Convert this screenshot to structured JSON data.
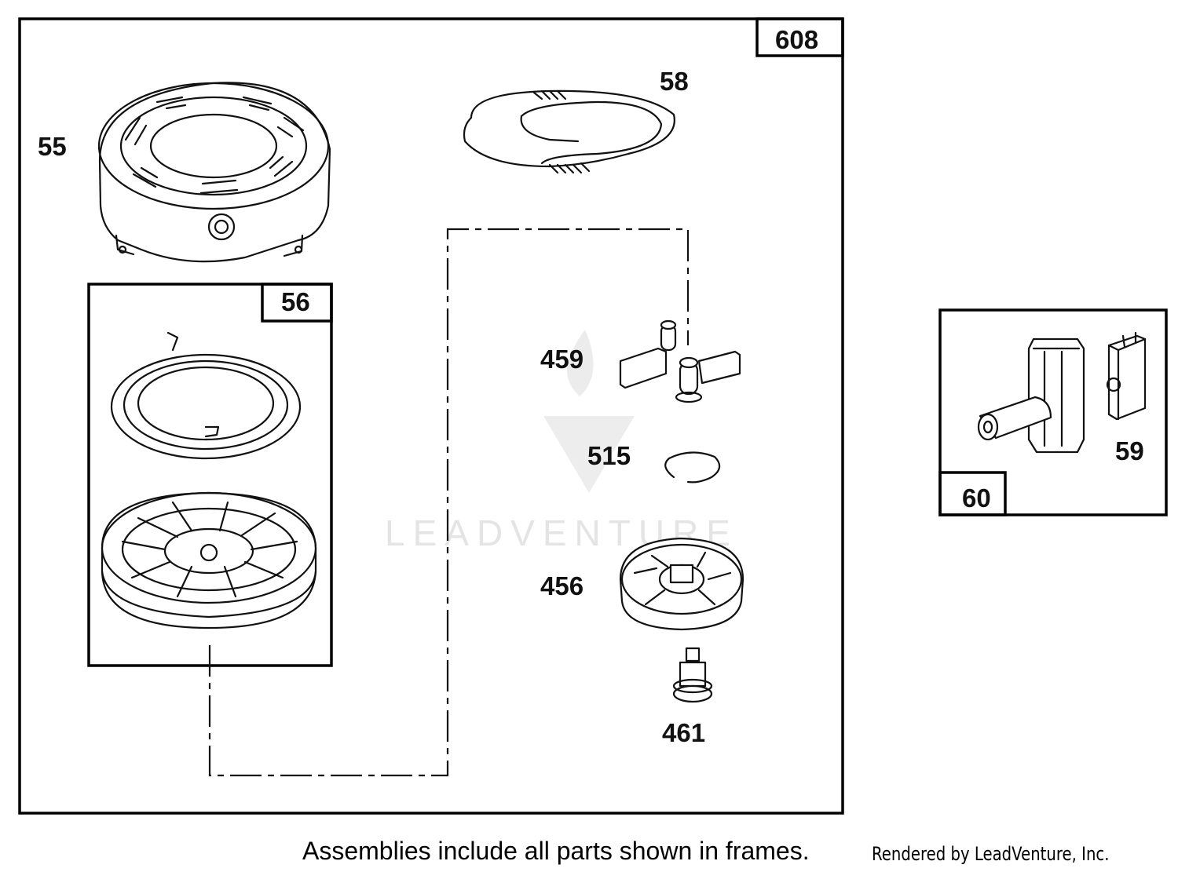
{
  "frames": {
    "main_assembly": "608",
    "starter_pulley_assembly": "56",
    "handle_assembly": "60"
  },
  "parts": {
    "p55": "55",
    "p58": "58",
    "p459": "459",
    "p515": "515",
    "p456": "456",
    "p461": "461",
    "p59": "59"
  },
  "watermark": "LEADVENTURE",
  "footer": {
    "note": "Assemblies include all parts shown in frames.",
    "credit": "Rendered by LeadVenture, Inc."
  }
}
